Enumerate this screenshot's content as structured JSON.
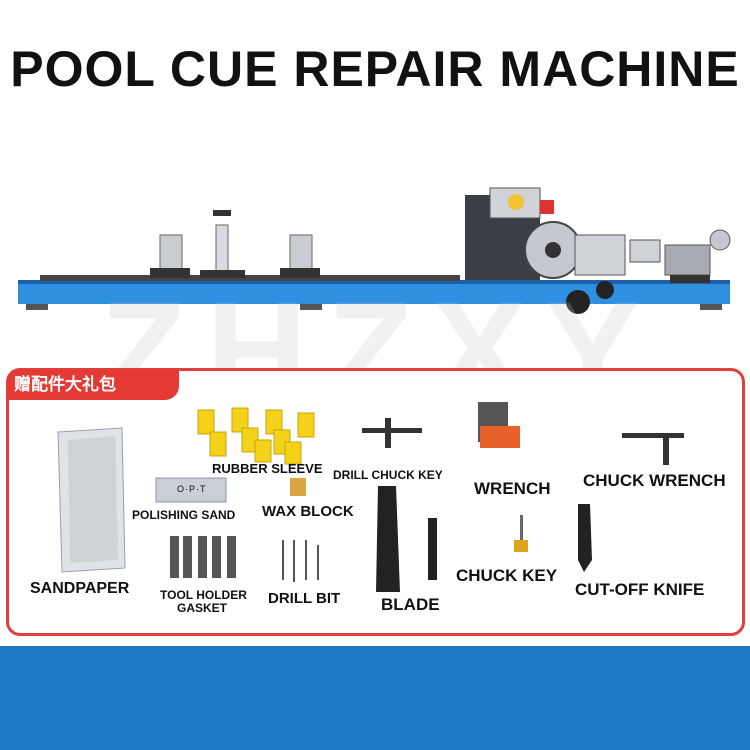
{
  "header": {
    "title": "POOL CUE REPAIR MACHINE"
  },
  "watermark": {
    "text": "ZHZXY"
  },
  "accessories": {
    "tag": "赠配件大礼包",
    "items": {
      "rubber_sleeve": "RUBBER SLEEVE",
      "drill_chuck_key": "DRILL CHUCK KEY",
      "wrench": "WRENCH",
      "chuck_wrench": "CHUCK WRENCH",
      "polishing_sand": "POLISHING SAND",
      "polishing_sand_box": "O·P·T",
      "wax_block": "WAX BLOCK",
      "sandpaper": "SANDPAPER",
      "tool_holder_gasket_line1": "TOOL HOLDER",
      "tool_holder_gasket_line2": "GASKET",
      "drill_bit": "DRILL BIT",
      "blade": "BLADE",
      "chuck_key": "CHUCK KEY",
      "cut_off_knife": "CUT-OFF KNIFE"
    }
  },
  "colors": {
    "accent_red": "#e53a33",
    "bed_blue": "#2f8fe0",
    "footer_blue": "#1f79c7"
  }
}
